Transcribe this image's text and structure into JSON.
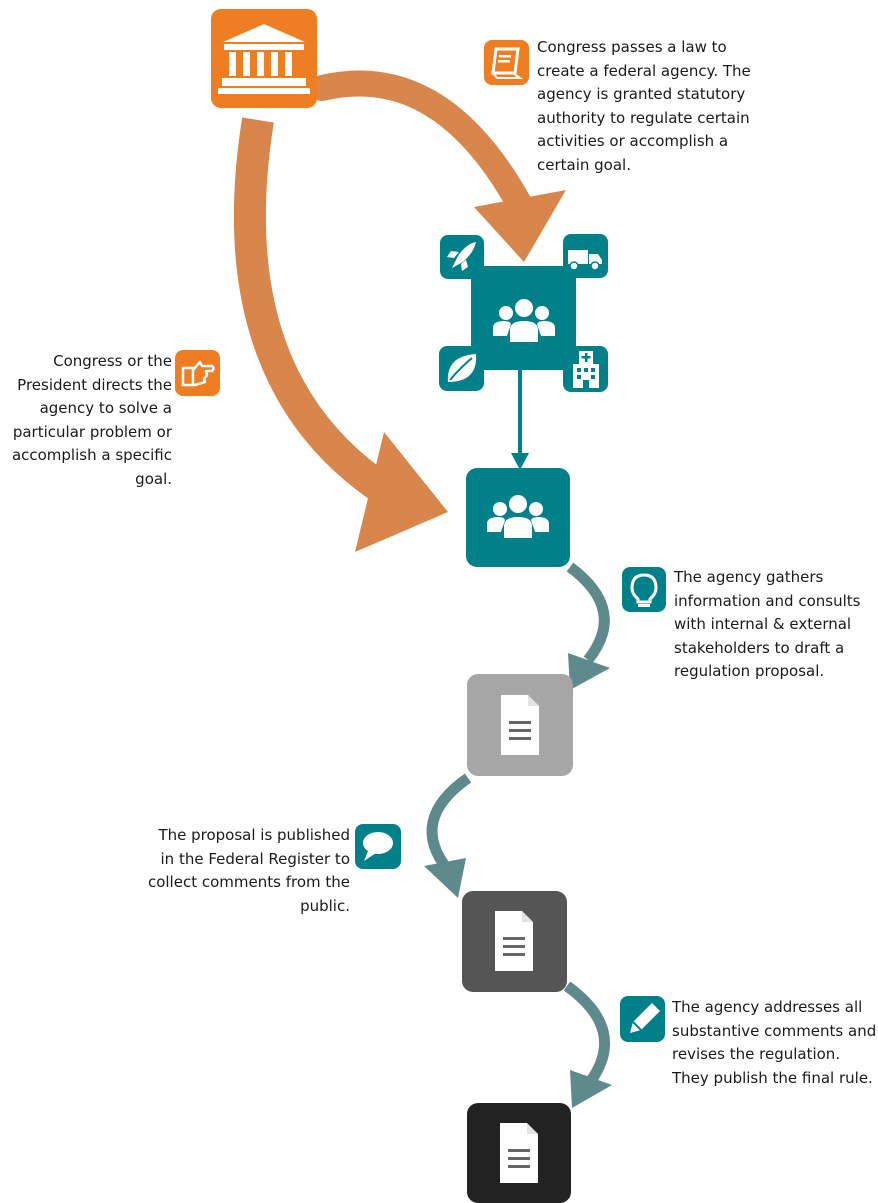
{
  "colors": {
    "congress_orange": "#ef7d22",
    "arrow_orange": "#d8864c",
    "teal": "#00818a",
    "arrow_teal": "#5e8a8b",
    "proposal_gray": "#a6a6a6",
    "published_gray": "#565656",
    "final_black": "#222222"
  },
  "nodes": [
    {
      "id": "congress",
      "icon": "capitol-building-icon"
    },
    {
      "id": "agency_hub",
      "icon": "people-group-icon",
      "satellites": [
        "rocket-icon",
        "truck-icon",
        "leaf-icon",
        "hospital-icon"
      ]
    },
    {
      "id": "agency",
      "icon": "people-group-icon"
    },
    {
      "id": "proposal",
      "icon": "document-icon"
    },
    {
      "id": "published",
      "icon": "document-icon"
    },
    {
      "id": "final_rule",
      "icon": "document-icon"
    }
  ],
  "steps": [
    {
      "icon": "law-book-icon",
      "lines": [
        "Congress passes a law to",
        "create a federal agency. The",
        "agency is granted statutory",
        "authority to regulate certain",
        "activities or accomplish a",
        "certain goal."
      ]
    },
    {
      "icon": "pointing-hand-icon",
      "lines": [
        "Congress or the",
        "President directs the",
        "agency to solve a",
        "particular problem or",
        "accomplish a specific",
        "goal."
      ]
    },
    {
      "icon": "lightbulb-icon",
      "lines": [
        "The agency gathers",
        "information and consults",
        "with internal & external",
        "stakeholders to draft a",
        "regulation proposal."
      ]
    },
    {
      "icon": "speech-bubble-icon",
      "lines": [
        "The proposal is published",
        "in the Federal Register to",
        "collect comments from the",
        "public."
      ]
    },
    {
      "icon": "pencil-icon",
      "lines": [
        "The agency addresses all",
        "substantive comments and",
        "revises the regulation.",
        "They publish the final rule."
      ]
    }
  ]
}
